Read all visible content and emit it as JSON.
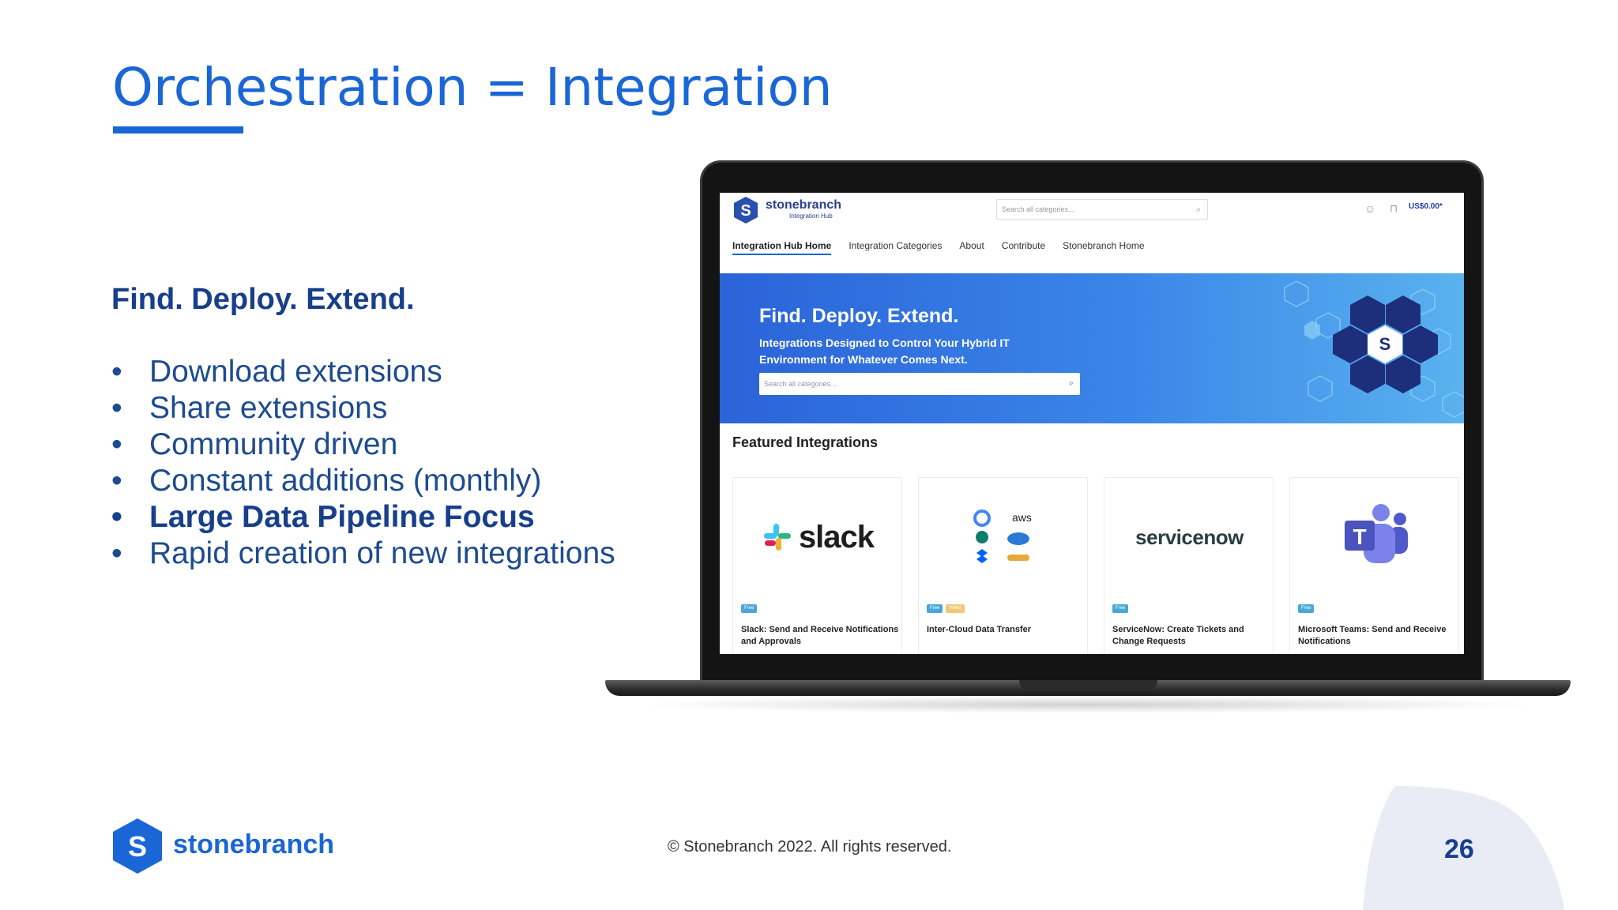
{
  "slide": {
    "title": "Orchestration = Integration",
    "subheading": "Find. Deploy. Extend.",
    "bullets": [
      "Download extensions",
      "Share extensions",
      "Community driven",
      "Constant additions (monthly)",
      "Large Data Pipeline Focus",
      "Rapid creation of new integrations"
    ],
    "bullet_marker": "•"
  },
  "screen": {
    "logo_text": "stonebranch",
    "logo_sub": "Integration Hub",
    "search_placeholder": "Search all categories...",
    "price": "US$0.00*",
    "nav": [
      "Integration Hub Home",
      "Integration Categories",
      "About",
      "Contribute",
      "Stonebranch Home"
    ],
    "hero": {
      "title": "Find. Deploy. Extend.",
      "subtitle": "Integrations Designed to Control Your Hybrid IT Environment for Whatever Comes Next.",
      "search_placeholder": "Search all categories..."
    },
    "featured_title": "Featured Integrations",
    "cards": [
      {
        "name": "Slack: Send and Receive Notifications and Approvals",
        "logo": "slack",
        "badges": [
          "Free"
        ]
      },
      {
        "name": "Inter-Cloud Data Transfer",
        "logo": "aws",
        "badges": [
          "Free",
          "Video"
        ]
      },
      {
        "name": "ServiceNow: Create Tickets and Change Requests",
        "logo": "servicenow",
        "badges": [
          "Free"
        ]
      },
      {
        "name": "Microsoft Teams: Send and Receive Notifications",
        "logo": "T",
        "badges": [
          "Free"
        ]
      }
    ]
  },
  "footer": {
    "brand": "stonebranch",
    "copyright": "© Stonebranch 2022. All rights reserved.",
    "page_number": "26"
  },
  "colors": {
    "accent": "#1a66d6",
    "navy": "#173f8a"
  }
}
